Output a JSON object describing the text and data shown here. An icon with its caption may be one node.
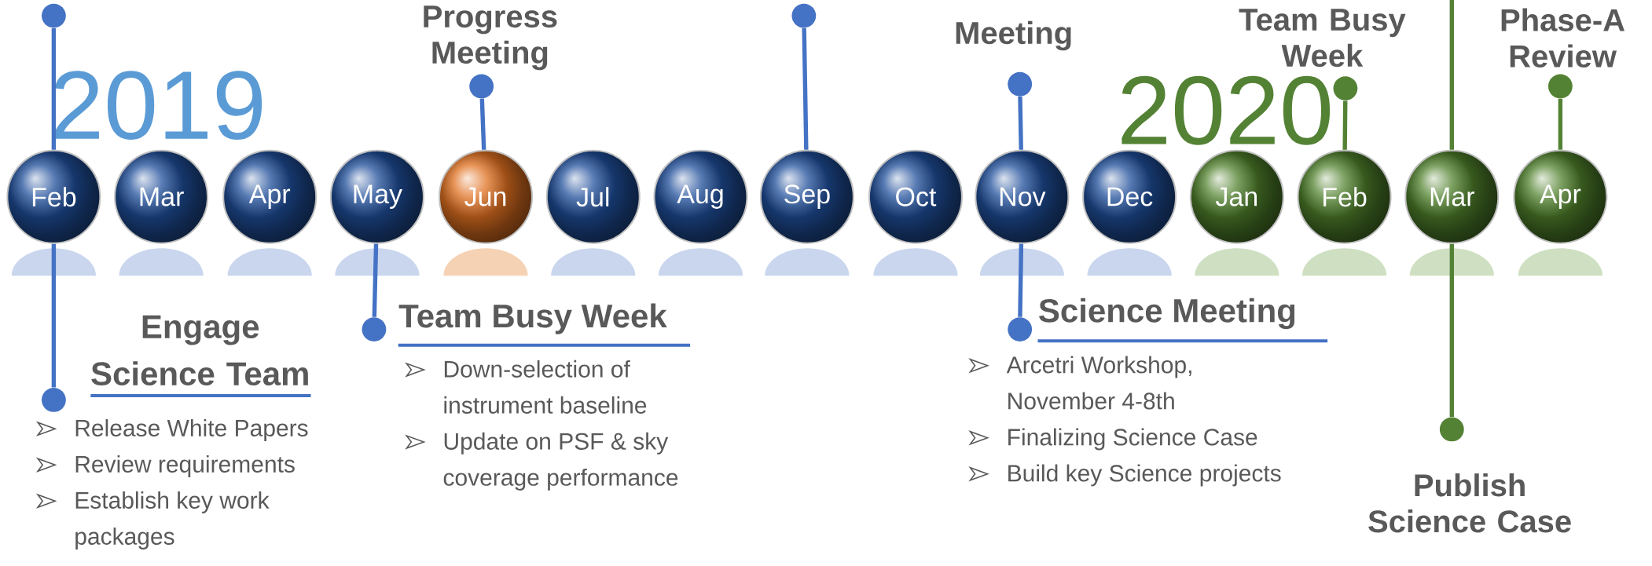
{
  "diagram": {
    "nodes": [
      {
        "text": [
          "Feb"
        ]
      },
      {
        "text": [
          "Mar"
        ]
      },
      {
        "text": [
          "Apr"
        ]
      },
      {
        "text": [
          "May"
        ]
      },
      {
        "text": [
          "Jun"
        ]
      },
      {
        "text": [
          "Jul"
        ]
      },
      {
        "text": [
          "Aug"
        ]
      },
      {
        "text": [
          "Sep"
        ]
      },
      {
        "text": [
          "Oct"
        ]
      },
      {
        "text": [
          "Nov"
        ]
      },
      {
        "text": [
          "Dec"
        ]
      },
      {
        "text": [
          "Jan"
        ]
      },
      {
        "text": [
          "Feb"
        ]
      },
      {
        "text": [
          "Mar"
        ]
      },
      {
        "text": [
          "Apr"
        ]
      },
      {
        "text": [],
        "shape": "circle"
      },
      {
        "text": [],
        "shape": "circle"
      },
      {
        "text": [
          "Engage Science Team"
        ]
      },
      {
        "text": [
          "Release White Papers",
          "Review requirements",
          "Establish key work packages"
        ]
      },
      {
        "text": [],
        "shape": "circle"
      },
      {
        "text": [
          "Progress Meeting"
        ]
      },
      {
        "text": [],
        "shape": "circle"
      },
      {
        "text": [
          "Team Busy Week"
        ]
      },
      {
        "text": [
          "Down-selection of instrument baseline",
          "Update on PSF & sky coverage performance"
        ]
      },
      {
        "text": [],
        "shape": "circle"
      },
      {
        "text": [],
        "shape": "circle"
      },
      {
        "text": [
          "Meeting"
        ]
      },
      {
        "text": [],
        "shape": "circle"
      },
      {
        "text": [
          "Science Meeting"
        ]
      },
      {
        "text": [
          "Arcetri Workshop, November 4-8th",
          "Finalizing Science Case",
          "Build key Science projects"
        ]
      },
      {
        "text": [],
        "shape": "circle"
      },
      {
        "text": [
          "Team Busy Week"
        ]
      },
      {
        "text": [],
        "shape": "circle"
      },
      {
        "text": [
          "Publish Science Case"
        ]
      },
      {
        "text": [],
        "shape": "circle"
      },
      {
        "text": [
          "Phase-A Review"
        ]
      }
    ],
    "edges": [
      {
        "from": 0,
        "to": 15,
        "arrow": "none"
      },
      {
        "from": 0,
        "to": 16,
        "arrow": "none"
      },
      {
        "from": 4,
        "to": 19,
        "arrow": "none"
      },
      {
        "from": 3,
        "to": 21,
        "arrow": "none"
      },
      {
        "from": 7,
        "to": 24,
        "arrow": "none"
      },
      {
        "from": 9,
        "to": 25,
        "arrow": "none"
      },
      {
        "from": 9,
        "to": 27,
        "arrow": "none"
      },
      {
        "from": 12,
        "to": 30,
        "arrow": "none",
        "color": "#548235"
      },
      {
        "from": 13,
        "to": null,
        "arrow": "none",
        "color": "#548235"
      },
      {
        "from": 13,
        "to": 32,
        "arrow": "none",
        "color": "#548235"
      },
      {
        "from": 14,
        "to": 34,
        "arrow": "none",
        "color": "#548235"
      }
    ],
    "labels": [
      "2019",
      "2020"
    ]
  }
}
